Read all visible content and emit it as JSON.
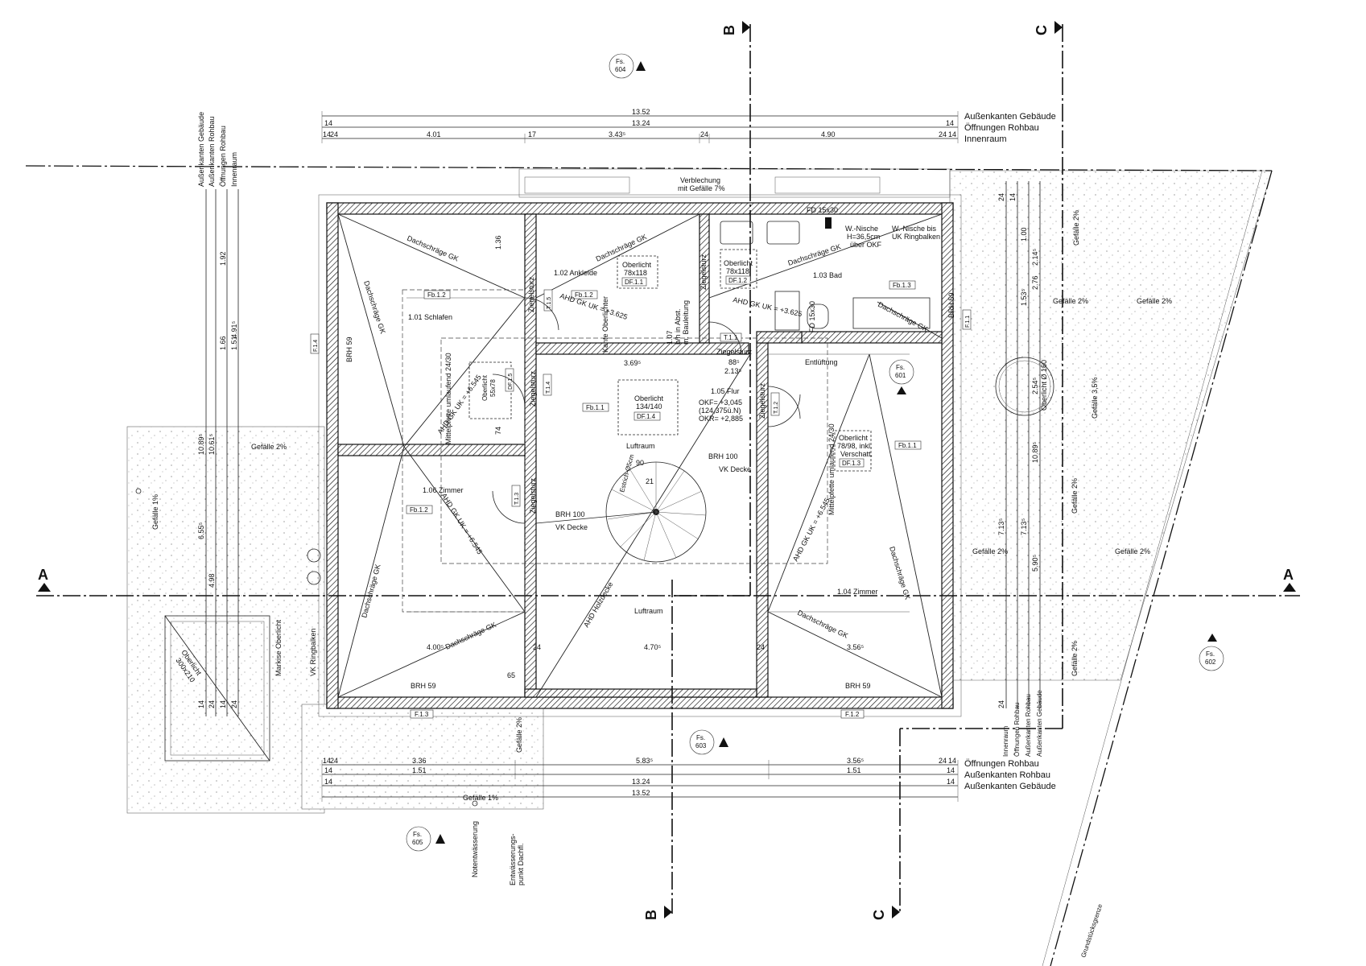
{
  "dimensions_top": {
    "row1": {
      "total": "13.52",
      "label": "Außenkanten Gebäude"
    },
    "row2": {
      "a": "14",
      "total": "13.24",
      "b": "14",
      "label": "Öffnungen Rohbau"
    },
    "row3": {
      "a": "14",
      "b": "24",
      "c": "4.01",
      "d": "17",
      "e": "3.43⁵",
      "f": "24",
      "g": "4.90",
      "h": "24",
      "i": "14",
      "label": "Innenraum"
    }
  },
  "dimensions_bottom": {
    "row1": {
      "a": "14",
      "b": "24",
      "c": "3.36",
      "d": "5.83⁵",
      "e": "3.56⁵",
      "f": "24",
      "g": "14",
      "label": "Öffnungen Rohbau"
    },
    "row2": {
      "a": "14",
      "c": "1.51",
      "e": "1.51",
      "g": "14"
    },
    "row3": {
      "a": "14",
      "total": "13.24",
      "b": "14",
      "label": "Außenkanten Rohbau"
    },
    "row4": {
      "total": "13.52",
      "label": "Außenkanten Gebäude"
    }
  },
  "dimensions_left": {
    "labels": [
      "Außenkanten Gebäude",
      "Außenkanten Rohbau",
      "Öffnungen Rohbau",
      "Innenraum"
    ],
    "v1": "10.89⁵",
    "v2": "10.61⁵",
    "v3": "1.66",
    "v4": "1.51",
    "v5": "4.91⁵",
    "v6": "1.92",
    "v7": "6.55⁵",
    "v8": "4.98",
    "v9": "14",
    "v10": "24",
    "v11": "14",
    "v12": "24"
  },
  "dimensions_right": {
    "labels": [
      "Innenraum",
      "Öffnungen Rohbau",
      "Außenkanten Rohbau",
      "Außenkanten Gebäude"
    ],
    "v1": "10.89⁵",
    "v2": "7.13⁵",
    "v3": "7.13⁵",
    "v4": "5.90⁵",
    "v5": "2.76",
    "v6": "2.54⁵",
    "v7": "1.00",
    "v8": "2.14⁵",
    "v9": "1.53⁵",
    "v10": "24",
    "v11": "14",
    "v12": "24"
  },
  "sections": {
    "a_left": "A",
    "a_right": "A",
    "b_top": "B",
    "b_bottom": "B",
    "c_top": "C",
    "c_bottom": "C"
  },
  "detail_tags": {
    "fs604": {
      "l1": "Fs.",
      "l2": "604"
    },
    "fs601": {
      "l1": "Fs.",
      "l2": "601"
    },
    "fs602": {
      "l1": "Fs.",
      "l2": "602"
    },
    "fs603": {
      "l1": "Fs.",
      "l2": "603"
    },
    "fs605": {
      "l1": "Fs.",
      "l2": "605"
    }
  },
  "rooms": {
    "r101": {
      "name": "1.01 Schlafen",
      "floor": "Fb.1.2"
    },
    "r102": {
      "name": "1.02 Ankleide",
      "floor": "Fb.1.2"
    },
    "r103": {
      "name": "1.03 Bad",
      "floor": "Fb.1.3"
    },
    "r104": {
      "name": "1.04 Zimmer",
      "floor": "Fb.1.1"
    },
    "r105": {
      "name": "1.05 Flur",
      "floor": "Fb.1.1",
      "okf": "OKF= +3,045",
      "abs": "(124,375ü.N)",
      "okr": "OKR= +2,885"
    },
    "r106": {
      "name": "1.06 Zimmer",
      "floor": "Fb.1.2"
    }
  },
  "skylights": {
    "df11": {
      "l1": "Oberlicht",
      "l2": "78x118",
      "tag": "DF.1.1"
    },
    "df12": {
      "l1": "Oberlicht",
      "l2": "78x118",
      "tag": "DF.1.2"
    },
    "df13": {
      "l1": "Oberlicht",
      "l2": "78/98, inkl.",
      "l3": "Verschatt.",
      "tag": "DF.1.3"
    },
    "df14": {
      "l1": "Oberlicht",
      "l2": "134/140",
      "tag": "DF.1.4"
    },
    "df15": {
      "l1": "Oberlicht",
      "l2": "55x78",
      "tag": "DF.1.5"
    },
    "round": {
      "l1": "Oberlicht Ø 160"
    },
    "marq": {
      "l1": "Oberlicht",
      "l2": "300x210"
    }
  },
  "labels": {
    "dachschraege": "Dachschräge GK",
    "ahd1": "AHD GK UK = +3.625",
    "ahd2": "AHD GK UK = +3.625",
    "ahd3": "AHD GK UK = +6.545",
    "ahd4": "AHD GK UK = +6.545",
    "ahd5": "AHD GK UK = +6.545",
    "ahd_hk": "AHD Holzdecke",
    "ziegelsturz": "Ziegelsturz",
    "luftraum": "Luftraum",
    "brh59": "BRH 59",
    "brh100": "BRH 100",
    "vkdecke": "VK Decke",
    "vkring": "VK Ringbalken",
    "entlueftung": "Entlüftung",
    "fd1530": "FD 15x30",
    "wnische1": "W.-Nische",
    "wnische1b": "H=36,5cm",
    "wnische1c": "über OKF",
    "wnische2": "W.-Nische bis",
    "wnische2b": "UK Ringbalken",
    "verblechung1": "Verblechung",
    "verblechung2": "mit Gefälle 7%",
    "gefaelle1": "Gefälle 1%",
    "gefaelle2": "Gefälle 2%",
    "gefaelle35": "Gefälle 3,5%",
    "mittelpfette": "Mittelpfette umlaufend 24/30",
    "kante": "Kante Oberlichter",
    "bh": "b/h in Abst.",
    "bh2": "m. Bauleitung",
    "estrich": "Estrich-Ø5cm",
    "markise": "Markise Oberlicht",
    "notentw": "Notentwässerung",
    "entw": "Entwässerungs-",
    "entw2": "punkt Dachfl.",
    "grenze": "Grundstücksgrenze",
    "fb12": "Fb.1.2",
    "f11": "F.1.1",
    "f12": "F.1.2",
    "f13": "F.1.3",
    "f14": "F.1.4",
    "t11": "T.1.1",
    "t12": "T.1.2",
    "t13": "T.1.3",
    "t14": "T.1.4",
    "t15": "T.1.5",
    "d365": "3.69⁵",
    "d470": "4.70⁵",
    "d400": "4.00⁵",
    "d356": "3.56⁵",
    "d213": "2.13⁵",
    "d88": "88⁵",
    "d65": "65",
    "d21": "21",
    "d90": "90",
    "d24": "24",
    "d136": "1.36",
    "d107": "1.07",
    "d74": "74"
  }
}
